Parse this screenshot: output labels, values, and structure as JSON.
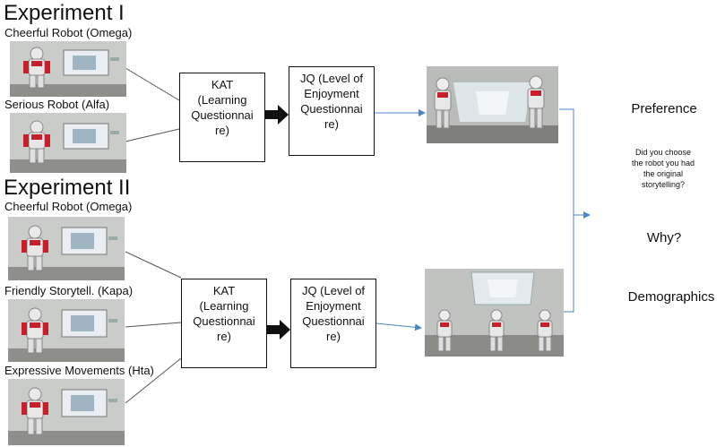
{
  "experiment1": {
    "heading": "Experiment I",
    "label_a": "Cheerful Robot (Omega)",
    "label_b": "Serious Robot (Alfa)",
    "kat": [
      "KAT",
      "(Learning",
      "Questionnai",
      "re)"
    ],
    "jq": [
      "JQ (Level of",
      "Enjoyment",
      "Questionnai",
      "re)"
    ]
  },
  "experiment2": {
    "heading": "Experiment II",
    "label_a": "Cheerful Robot (Omega)",
    "label_b": "Friendly Storytell. (Kapa)",
    "label_c": "Expressive Movements (Hta)",
    "kat": [
      "KAT",
      "(Learning",
      "Questionnai",
      "re)"
    ],
    "jq": [
      "JQ (Level of",
      "Enjoyment",
      "Questionnai",
      "re)"
    ]
  },
  "outcomes": {
    "preference": "Preference",
    "question": [
      "Did you choose",
      "the robot you had",
      "the original",
      "storytelling?"
    ],
    "why": "Why?",
    "demographics": "Demographics"
  },
  "colors": {
    "arrow": "#4a86c8",
    "robot_red": "#c8202a",
    "room": "#c9ccc8",
    "screen": "#e8eef2"
  }
}
